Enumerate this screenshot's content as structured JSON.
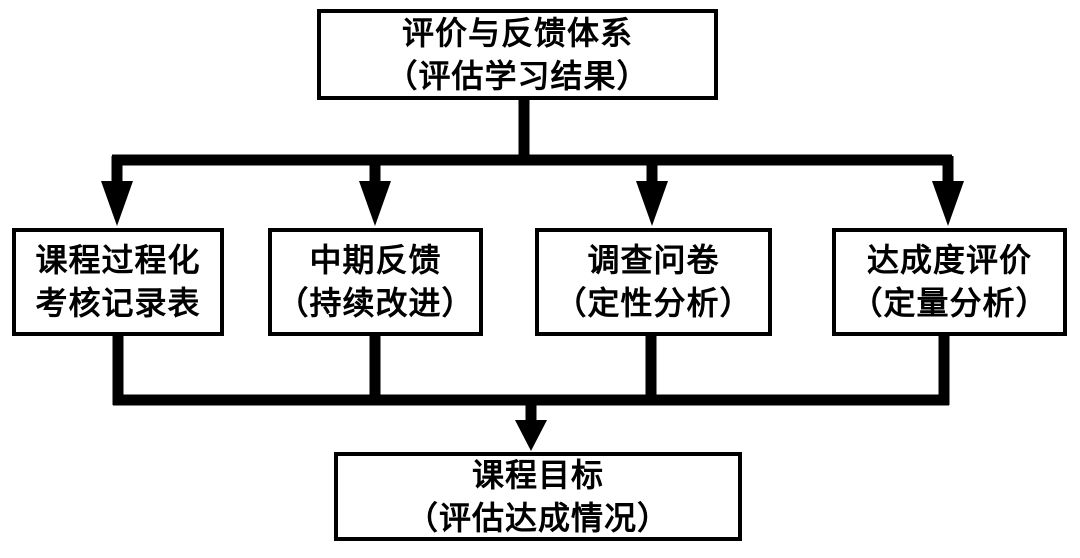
{
  "nodes": {
    "root": {
      "line1": "评价与反馈体系",
      "line2": "（评估学习结果）"
    },
    "child1": {
      "line1": "课程过程化",
      "line2": "考核记录表"
    },
    "child2": {
      "line1": "中期反馈",
      "line2": "（持续改进）"
    },
    "child3": {
      "line1": "调查问卷",
      "line2": "（定性分析）"
    },
    "child4": {
      "line1": "达成度评价",
      "line2": "（定量分析）"
    },
    "sink": {
      "line1": "课程目标",
      "line2": "（评估达成情况）"
    }
  },
  "colors": {
    "background": "#ffffff",
    "box_fill": "#ffffff",
    "box_border": "#000000",
    "line": "#000000",
    "text": "#000000"
  }
}
